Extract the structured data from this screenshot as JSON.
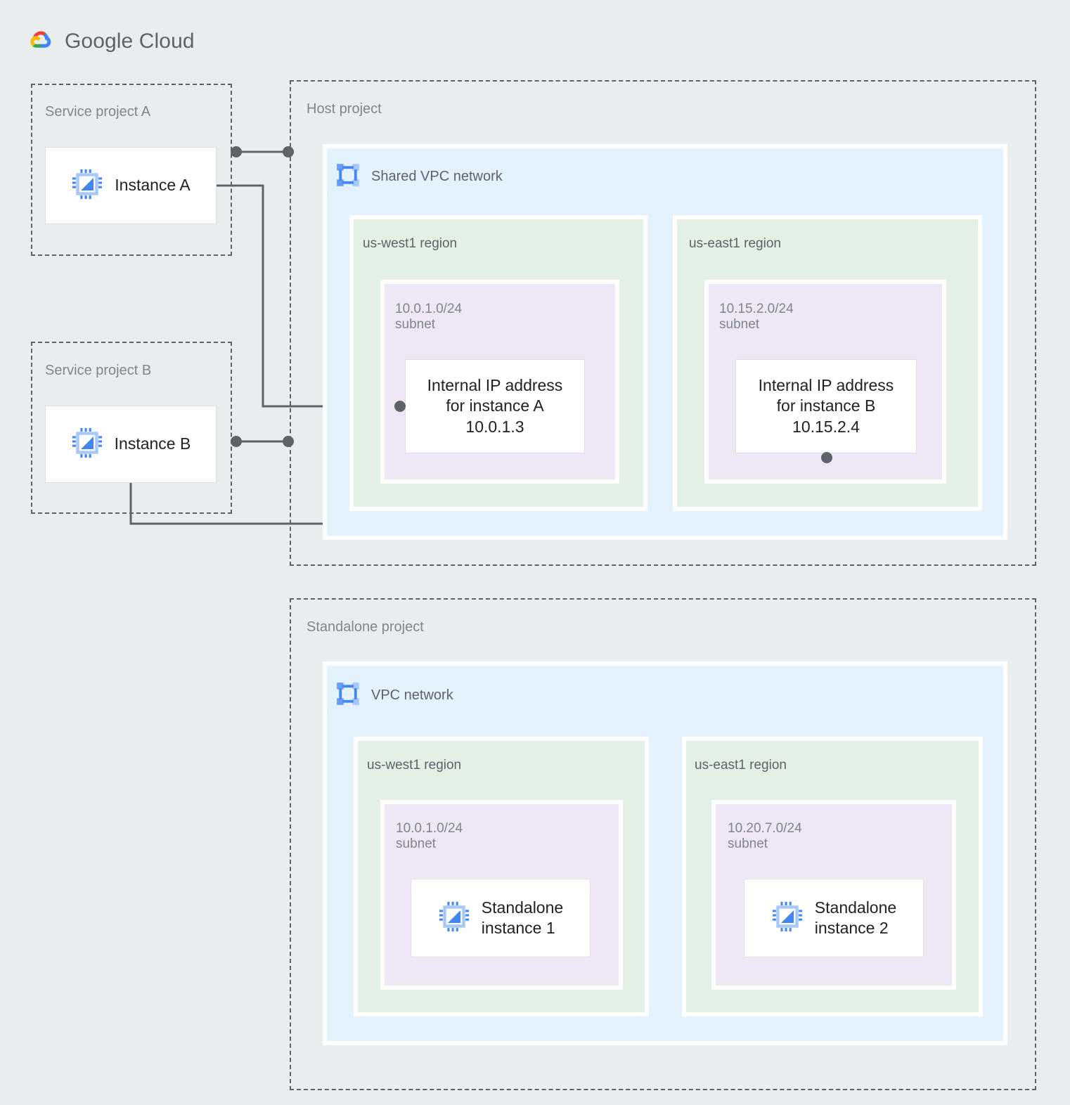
{
  "brand": {
    "name": "Google Cloud",
    "name_bold": "Google",
    "name_light": "Cloud",
    "logo_icon": "google-cloud-logo",
    "colors": {
      "red": "#EA4335",
      "blue": "#4285F4",
      "yellow": "#FBBC04",
      "green": "#34A853"
    }
  },
  "palette": {
    "page_background": "#eaeded",
    "vpc_fill": "#e3f2fd",
    "region_fill": "#e3f0e6",
    "subnet_fill": "#ede7f6",
    "card_fill": "#ffffff",
    "dashed_border": "#5f6368",
    "connector": "#5f6368",
    "label_text": "#80868b",
    "icon_blue": "#4285F4",
    "icon_blue_light": "#A8C7FA"
  },
  "projects": [
    {
      "id": "service-project-a",
      "label": "Service project A",
      "instance": {
        "label": "Instance A",
        "icon": "compute-instance-icon"
      }
    },
    {
      "id": "service-project-b",
      "label": "Service project B",
      "instance": {
        "label": "Instance B",
        "icon": "compute-instance-icon"
      }
    },
    {
      "id": "host-project",
      "label": "Host project",
      "network": {
        "label": "Shared VPC network",
        "icon": "vpc-network-icon",
        "regions": [
          {
            "label": "us-west1 region",
            "subnet": {
              "label": "10.0.1.0/24\nsubnet",
              "cidr": "10.0.1.0/24",
              "node": {
                "label": "Internal IP address\nfor instance A\n10.0.1.3",
                "ip": "10.0.1.3"
              }
            }
          },
          {
            "label": "us-east1 region",
            "subnet": {
              "label": "10.15.2.0/24\nsubnet",
              "cidr": "10.15.2.0/24",
              "node": {
                "label": "Internal IP address\nfor instance B\n10.15.2.4",
                "ip": "10.15.2.4"
              }
            }
          }
        ]
      }
    },
    {
      "id": "standalone-project",
      "label": "Standalone project",
      "network": {
        "label": "VPC network",
        "icon": "vpc-network-icon",
        "regions": [
          {
            "label": "us-west1 region",
            "subnet": {
              "label": "10.0.1.0/24\nsubnet",
              "cidr": "10.0.1.0/24",
              "node": {
                "label": "Standalone\ninstance 1",
                "icon": "compute-instance-icon"
              }
            }
          },
          {
            "label": "us-east1 region",
            "subnet": {
              "label": "10.20.7.0/24\nsubnet",
              "cidr": "10.20.7.0/24",
              "node": {
                "label": "Standalone\ninstance 2",
                "icon": "compute-instance-icon"
              }
            }
          }
        ]
      }
    }
  ]
}
